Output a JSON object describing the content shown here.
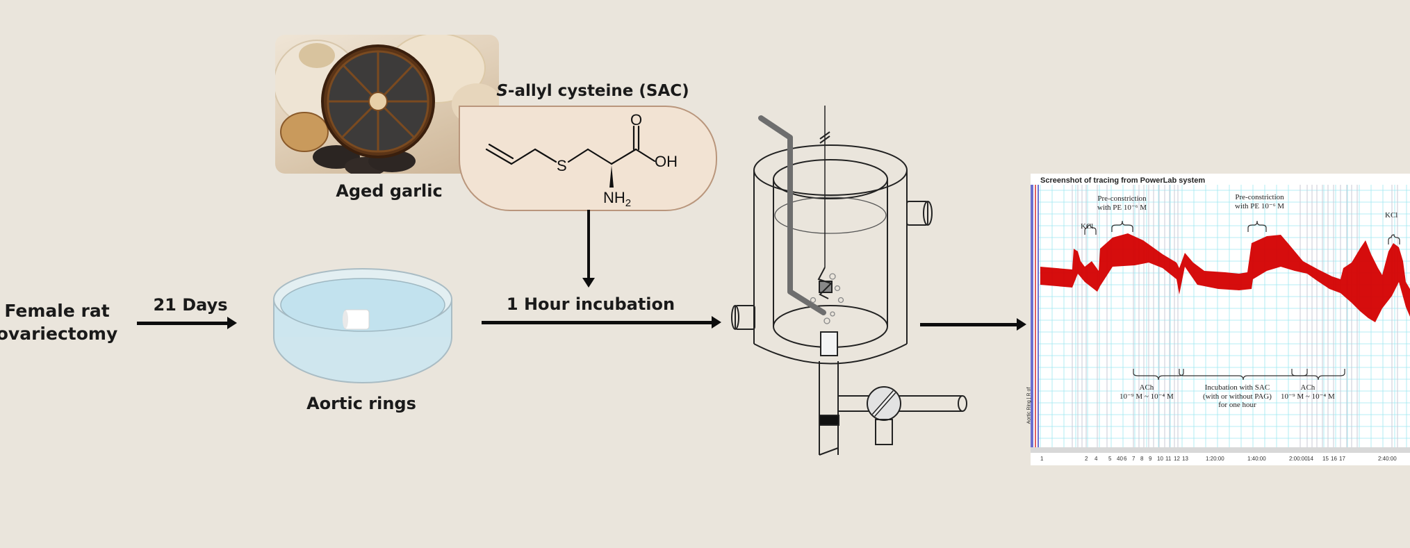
{
  "background_color": "#EAE5DC",
  "steps": {
    "start": {
      "line1": "Female rat",
      "line2": "ovariectomy"
    },
    "arrow1_label": "21 Days",
    "aortic_rings_label": "Aortic rings",
    "aged_garlic_label": "Aged garlic",
    "sac": {
      "title_italic": "S",
      "title_rest": "-allyl cysteine (SAC)",
      "atoms": {
        "sulfur": "S",
        "oxygen": "O",
        "hydroxyl": "OH",
        "amine": "NH",
        "amine_sub": "2"
      }
    },
    "arrow2_label": "1 Hour incubation"
  },
  "trace": {
    "title": "Screenshot of tracing from PowerLab system",
    "trace_color": "#D40000",
    "grid_color": "#9EE8F0",
    "annotations": {
      "kcl_1": "KCl",
      "pre_1_line1": "Pre-constriction",
      "pre_1_line2": "with PE 10⁻⁶ M",
      "ach_1_line1": "ACh",
      "ach_1_line2": "10⁻⁹ M ~ 10⁻⁴ M",
      "incubation_line1": "Incubation with SAC",
      "incubation_line2": "(with or without PAG)",
      "incubation_line3": "for one hour",
      "pre_2_line1": "Pre-constriction",
      "pre_2_line2": "with PE 10⁻⁶ M",
      "ach_2_line1": "ACh",
      "ach_2_line2": "10⁻⁹ M ~ 10⁻⁴ M",
      "kcl_2": "KCl"
    },
    "channel_label": "Aortic Ring | R of",
    "time_axis": [
      "1",
      "2",
      "4",
      "5",
      "40",
      "6",
      "7",
      "8",
      "9",
      "10",
      "11",
      "12",
      "13",
      "1:20:00",
      "1:40:00",
      "2:00:00",
      "14",
      "15",
      "16",
      "17",
      "2:40:00"
    ]
  }
}
